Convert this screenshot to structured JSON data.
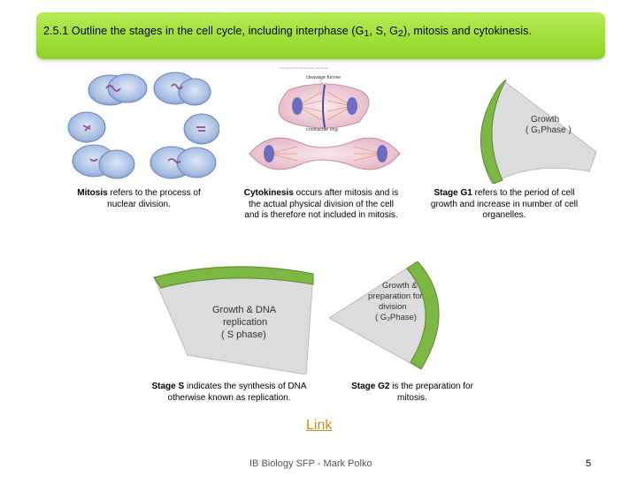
{
  "slide": {
    "title_parts": [
      "2.5.1 Outline the stages in the cell cycle, including interphase (G",
      "1",
      ", S, G",
      "2",
      "), mitosis and cytokinesis."
    ],
    "link_label": "Link",
    "footer": "IB Biology SFP - Mark Polko",
    "page_number": "5"
  },
  "captions": {
    "mitosis": {
      "bold": "Mitosis",
      "rest": " refers to the process of nuclear division."
    },
    "cytokinesis": {
      "bold": "Cytokinesis",
      "rest": " occurs after mitosis and is the actual physical division of the cell and is therefore not included in mitosis."
    },
    "g1": {
      "bold": "Stage G1",
      "rest": " refers to the period of cell growth and increase in number of cell organelles."
    },
    "s": {
      "bold": "Stage S",
      "rest": " indicates the synthesis of DNA otherwise known as replication."
    },
    "g2": {
      "bold": "Stage G2",
      "rest": " is the preparation for mitosis."
    }
  },
  "figures": {
    "cytokinesis_labels": [
      "cleavage furrow",
      "contractile ring"
    ],
    "g1_wedge": {
      "line1": "Growth",
      "line2": "( G₁Phase )"
    },
    "s_wedge": {
      "line1": "Growth & DNA",
      "line2": "replication",
      "line3": "( S phase)"
    },
    "g2_wedge": {
      "line1": "Growth &",
      "line2": "preparation for",
      "line3": "division",
      "line4": "( G₂Phase)"
    }
  },
  "colors": {
    "title_bar": "#9ede38",
    "link": "#c78f1a",
    "wedge_band": "#7cb843",
    "cell_fill": "#b3c6e6"
  }
}
